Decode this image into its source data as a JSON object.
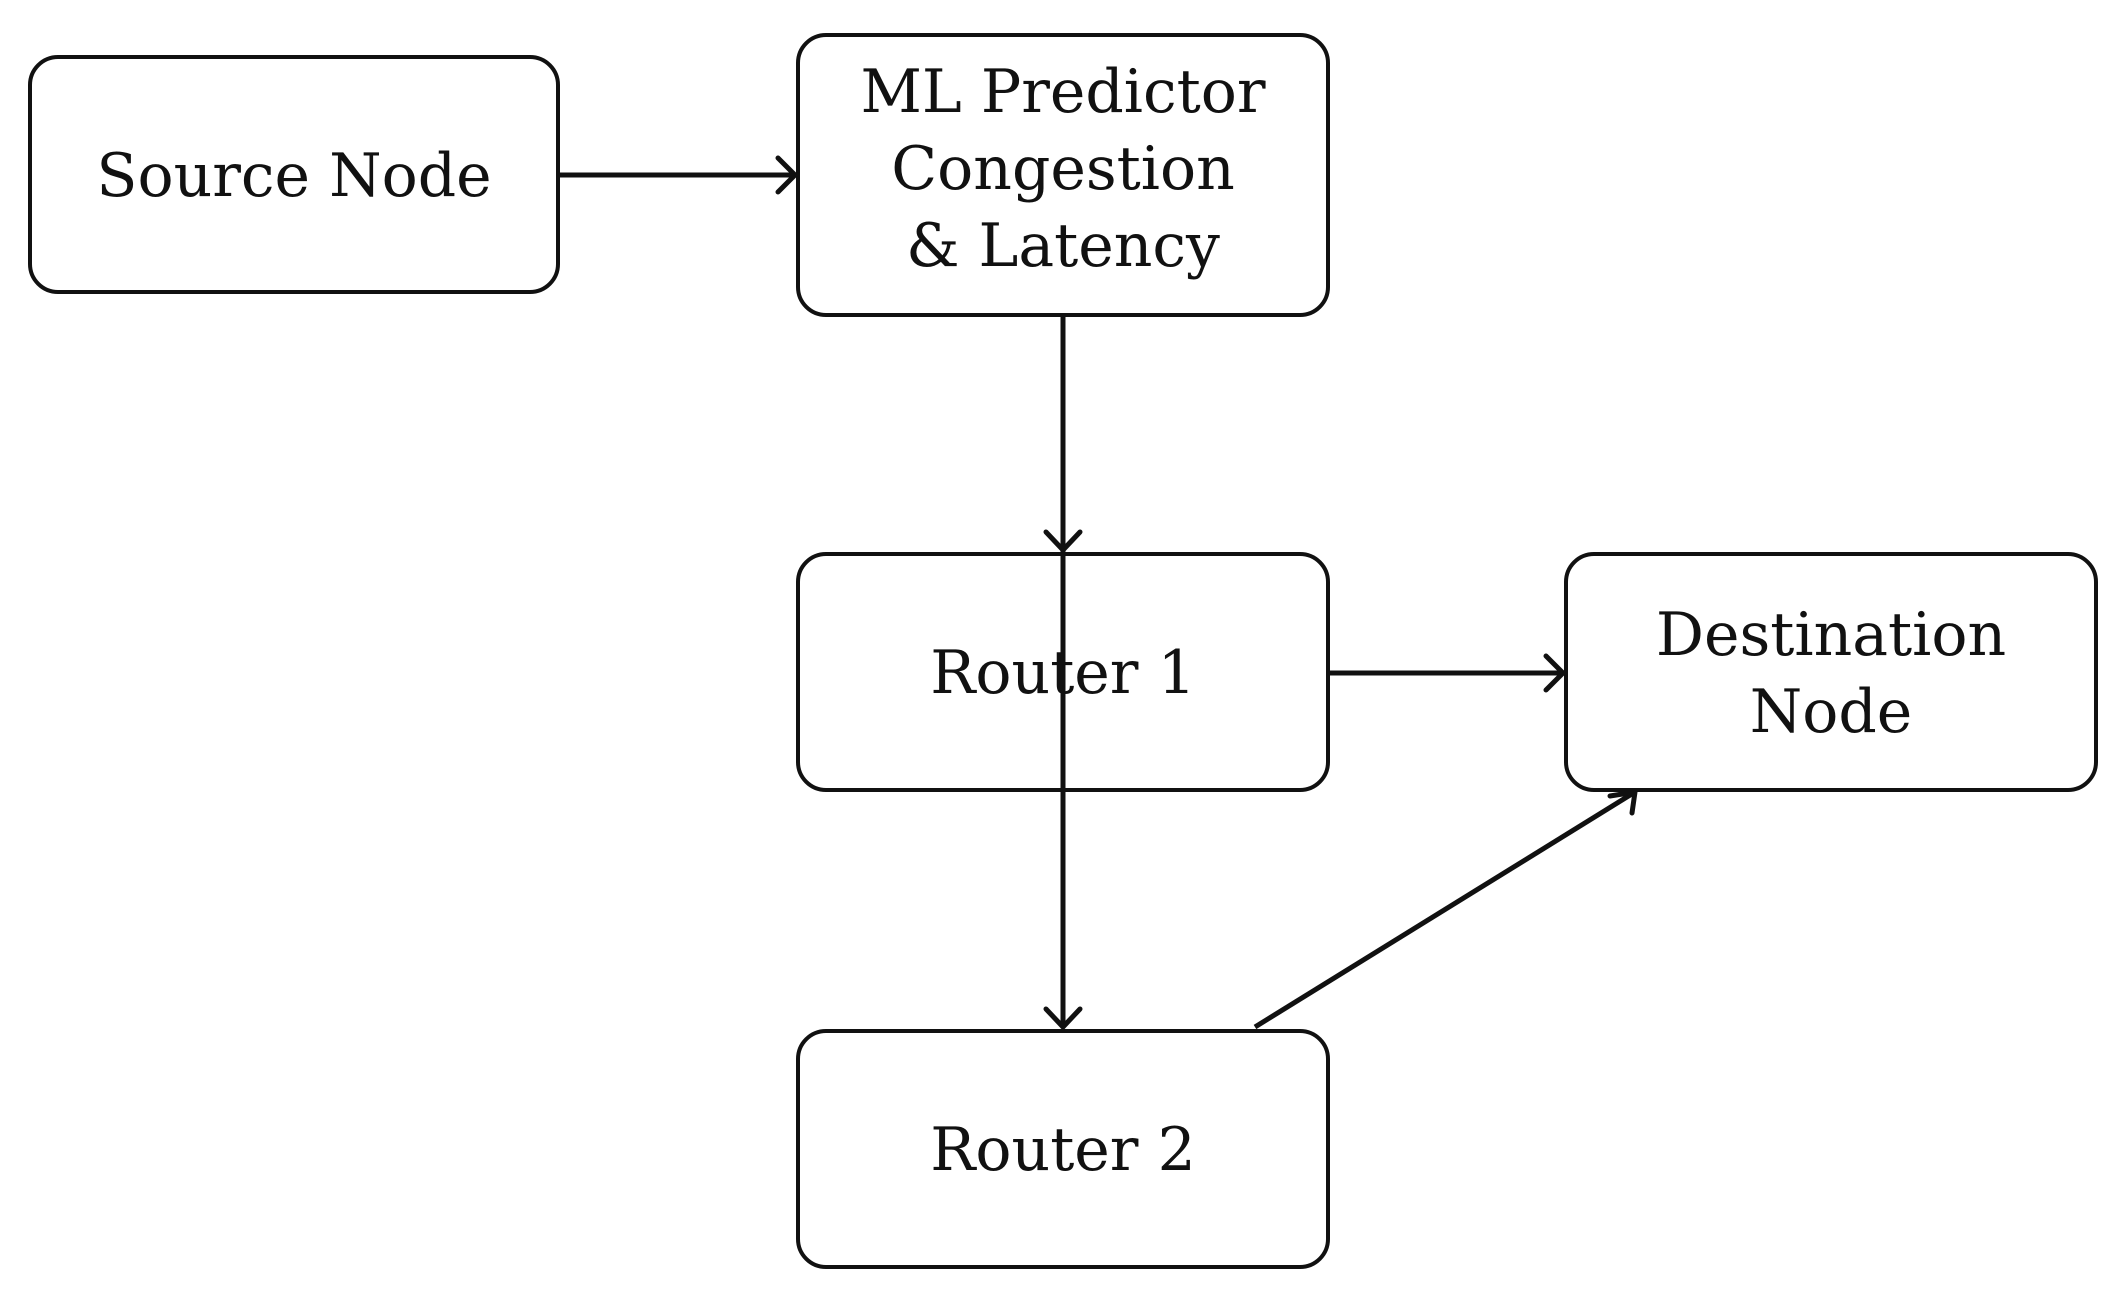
{
  "nodes": {
    "source": {
      "lines": [
        "Source Node"
      ]
    },
    "predictor": {
      "lines": [
        "ML Predictor",
        "Congestion",
        "& Latency"
      ]
    },
    "router1": {
      "lines": [
        "Router 1"
      ]
    },
    "router2": {
      "lines": [
        "Router 2"
      ]
    },
    "destination": {
      "lines": [
        "Destination",
        "Node"
      ]
    }
  },
  "edges": [
    {
      "from": "source",
      "to": "predictor"
    },
    {
      "from": "predictor",
      "to": "router1"
    },
    {
      "from": "router1",
      "to": "destination"
    },
    {
      "from": "predictor",
      "to": "router2"
    },
    {
      "from": "router2",
      "to": "destination"
    }
  ],
  "colors": {
    "stroke": "#111111",
    "background": "#ffffff"
  }
}
